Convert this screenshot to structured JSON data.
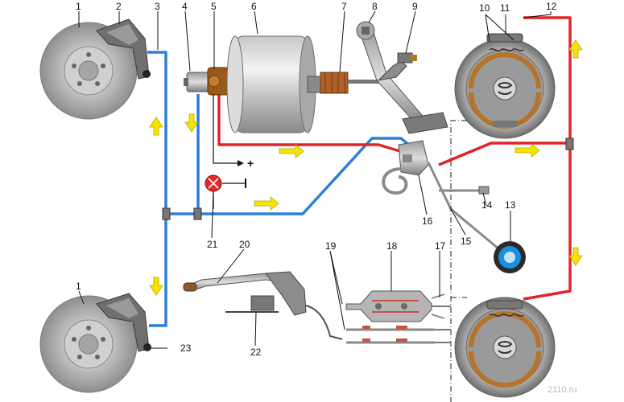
{
  "labels": {
    "l1_top": "1",
    "l2": "2",
    "l3": "3",
    "l4": "4",
    "l5": "5",
    "l6": "6",
    "l7": "7",
    "l8": "8",
    "l9": "9",
    "l10": "10",
    "l11": "11",
    "l12": "12",
    "l13": "13",
    "l14": "14",
    "l15": "15",
    "l16": "16",
    "l17": "17",
    "l18": "18",
    "l19": "19",
    "l20": "20",
    "l21": "21",
    "l22": "22",
    "l1_bottom": "1",
    "l23": "23"
  },
  "symbols": {
    "plus": "+"
  },
  "watermark": "2110.ru",
  "colors": {
    "front_circuit": "#2f7fd8",
    "rear_circuit": "#e0252a",
    "flow_arrow": "#f4e400",
    "leader": "#111111"
  }
}
